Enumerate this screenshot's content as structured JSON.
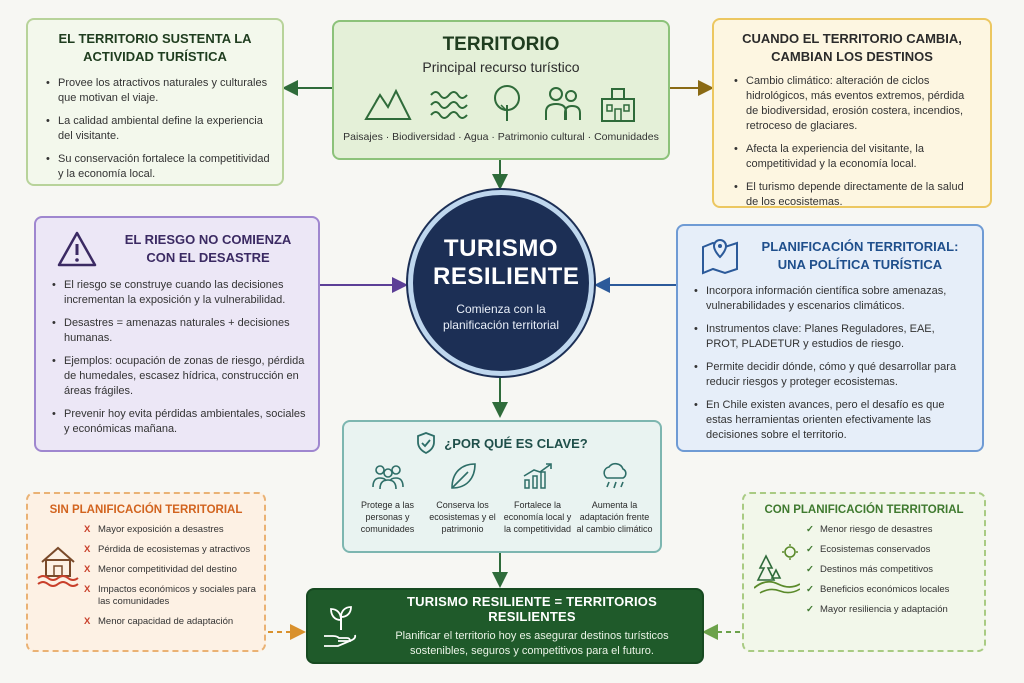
{
  "territorio": {
    "title": "TERRITORIO",
    "subtitle": "Principal recurso turístico",
    "resources": "Paisajes · Biodiversidad · Agua · Patrimonio cultural · Comunidades"
  },
  "sustenta": {
    "title": "EL TERRITORIO SUSTENTA LA ACTIVIDAD TURÍSTICA",
    "items": [
      "Provee los atractivos naturales y culturales que motivan el viaje.",
      "La calidad ambiental define la experiencia del visitante.",
      "Su conservación fortalece la competitividad y la economía local."
    ]
  },
  "cambia": {
    "title": "CUANDO EL TERRITORIO CAMBIA, CAMBIAN LOS DESTINOS",
    "items": [
      "Cambio climático: alteración de ciclos hidrológicos, más eventos extremos, pérdida de biodiversidad, erosión costera, incendios, retroceso de glaciares.",
      "Afecta la experiencia del visitante, la competitividad y la economía local.",
      "El turismo depende directamente de la salud de los ecosistemas."
    ]
  },
  "riesgo": {
    "title": "EL RIESGO NO COMIENZA CON EL DESASTRE",
    "items": [
      "El riesgo se construye cuando las decisiones incrementan la exposición y la vulnerabilidad.",
      "Desastres = amenazas naturales + decisiones humanas.",
      "Ejemplos: ocupación de zonas de riesgo, pérdida de humedales, escasez hídrica, construcción en áreas frágiles.",
      "Prevenir hoy evita pérdidas ambientales, sociales y económicas mañana."
    ]
  },
  "centro": {
    "title": "TURISMO RESILIENTE",
    "subtitle": "Comienza con la planificación territorial"
  },
  "planificacion": {
    "title": "PLANIFICACIÓN TERRITORIAL: UNA POLÍTICA TURÍSTICA",
    "items": [
      "Incorpora información científica sobre amenazas, vulnerabilidades y escenarios climáticos.",
      "Instrumentos clave: Planes Reguladores, EAE, PROT, PLADETUR y estudios de riesgo.",
      "Permite decidir dónde, cómo y qué desarrollar para reducir riesgos y proteger ecosistemas.",
      "En Chile existen avances, pero el desafío es que estas herramientas orienten efectivamente las decisiones sobre el territorio."
    ]
  },
  "clave": {
    "title": "¿POR QUÉ ES CLAVE?",
    "items": [
      "Protege a las personas y comunidades",
      "Conserva los ecosistemas y el patrimonio",
      "Fortalece la economía local y la competitividad",
      "Aumenta la adaptación frente al cambio climático"
    ]
  },
  "sin": {
    "title": "SIN PLANIFICACIÓN TERRITORIAL",
    "mark": "X",
    "items": [
      "Mayor exposición a desastres",
      "Pérdida de ecosistemas y atractivos",
      "Menor competitividad del destino",
      "Impactos económicos y sociales para las comunidades",
      "Menor capacidad de adaptación"
    ]
  },
  "con": {
    "title": "CON PLANIFICACIÓN TERRITORIAL",
    "mark": "✓",
    "items": [
      "Menor riesgo de desastres",
      "Ecosistemas conservados",
      "Destinos más competitivos",
      "Beneficios económicos locales",
      "Mayor resiliencia y adaptación"
    ]
  },
  "final": {
    "title": "TURISMO RESILIENTE = TERRITORIOS RESILIENTES",
    "text": "Planificar el territorio hoy es asegurar destinos turísticos sostenibles, seguros y competitivos para el futuro."
  },
  "colors": {
    "green": "#5aa049",
    "dark_green": "#1f5a2a",
    "orange": "#e07b2a",
    "gold": "#e4b83a",
    "purple": "#7a5cb8",
    "blue": "#3a6fb7",
    "teal": "#7db6b0",
    "navy": "#1c2f55",
    "red": "#c9402b"
  }
}
